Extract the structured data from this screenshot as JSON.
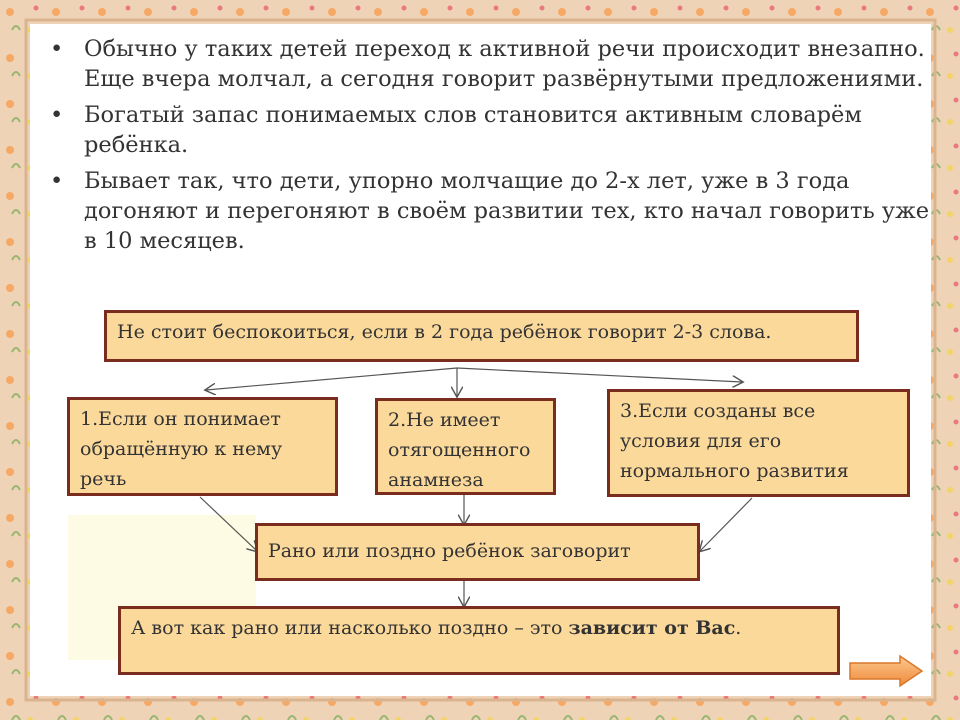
{
  "bullets": [
    "Обычно у таких детей переход к активной речи происходит внезапно. Еще вчера молчал, а сегодня говорит развёрнутыми предложениями.",
    "Богатый запас понимаемых слов становится активным словарём ребёнка.",
    "Бывает так, что дети, упорно молчащие до 2-х лет, уже в 3 года догоняют и перегоняют в своём развитии тех, кто начал говорить уже в 10 месяцев."
  ],
  "diagram": {
    "top_box": "Не стоит беспокоиться, если в 2 года ребёнок говорит 2-3 слова.",
    "condition_1": "1.Если он понимает обращённую к нему речь",
    "condition_2": "2.Не имеет отягощенного анамнеза",
    "condition_3": "3.Если созданы все условия для его нормального развития",
    "result_box": "Рано или поздно ребёнок заговорит",
    "final_box_prefix": "А вот как рано или насколько поздно – это ",
    "final_box_bold": "зависит от Вас",
    "final_box_suffix": "."
  },
  "colors": {
    "box_fill": "#fbd99b",
    "box_border": "#7a2c1e",
    "text": "#333333",
    "next_arrow": "#f6a85a"
  },
  "icons": {
    "next": "arrow-right-icon"
  }
}
